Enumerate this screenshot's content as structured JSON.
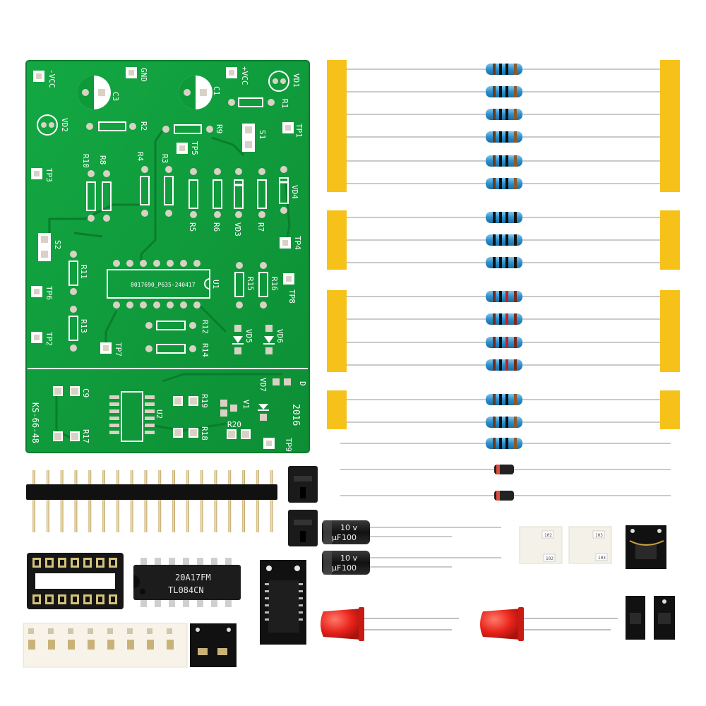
{
  "colors": {
    "pcb": "#0f9a3a",
    "pcb_edge": "#0b7e2e",
    "silk": "#ffffff",
    "pad": "#d9d2c4",
    "tape": "#f6c21a",
    "resistor_body": "#3e9fd6",
    "ic_body": "#1c1c1c",
    "led": "#e8221a",
    "capacitor": "#1a1a1a"
  },
  "board": {
    "part_number": "KS-66-48",
    "year": "2016",
    "ic_marking": "8017690_P635-240417",
    "labels": {
      "vcc_neg": "-VCC",
      "gnd": "GND",
      "vcc_pos": "+VCC",
      "c3": "C3",
      "c1": "C1",
      "c9": "C9",
      "vd1": "VD1",
      "vd2": "VD2",
      "vd3": "VD3",
      "vd4": "VD4",
      "vd5": "VD5",
      "vd6": "VD6",
      "vd7": "VD7",
      "r1": "R1",
      "r2": "R2",
      "r3": "R3",
      "r4": "R4",
      "r5": "R5",
      "r6": "R6",
      "r7": "R7",
      "r8": "R8",
      "r9": "R9",
      "r10": "R10",
      "r11": "R11",
      "r12": "R12",
      "r13": "R13",
      "r14": "R14",
      "r15": "R15",
      "r16": "R16",
      "r17": "R17",
      "r18": "R18",
      "r19": "R19",
      "r20": "R20",
      "tp1": "TP1",
      "tp2": "TP2",
      "tp3": "TP3",
      "tp4": "TP4",
      "tp5": "TP5",
      "tp6": "TP6",
      "tp7": "TP7",
      "tp8": "TP8",
      "tp9": "TP9",
      "s1": "S1",
      "s2": "S2",
      "u1": "U1",
      "u2": "U2",
      "v1": "V1",
      "d": "D"
    }
  },
  "components": {
    "ic_dip14_marking_line1": "20A17FM",
    "ic_dip14_marking_line2": "TL084CN",
    "capacitor_marking_voltage": "10 v",
    "capacitor_marking_value": "100",
    "capacitor_marking_unit": "µF",
    "smd_code_1": "102",
    "smd_code_2": "102",
    "smd_code_3": "103",
    "smd_code_4": "103"
  }
}
